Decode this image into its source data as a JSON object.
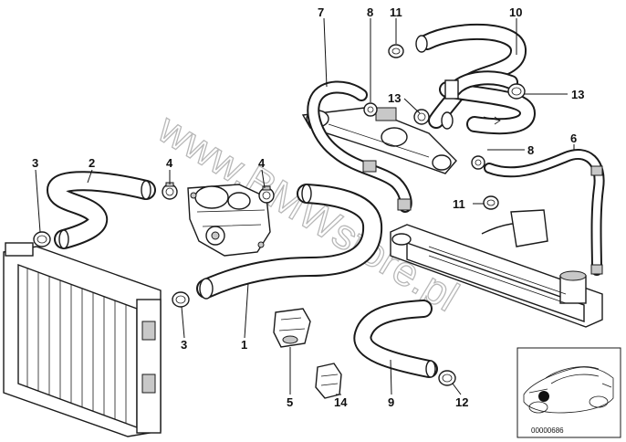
{
  "watermark": "www.BMWstore.pl",
  "diagram_code": "00000686",
  "callouts": [
    "7",
    "8",
    "11",
    "10",
    "13",
    "13",
    "8",
    "6",
    "11",
    "3",
    "2",
    "4",
    "4",
    "1",
    "3",
    "5",
    "14",
    "9",
    "12"
  ]
}
